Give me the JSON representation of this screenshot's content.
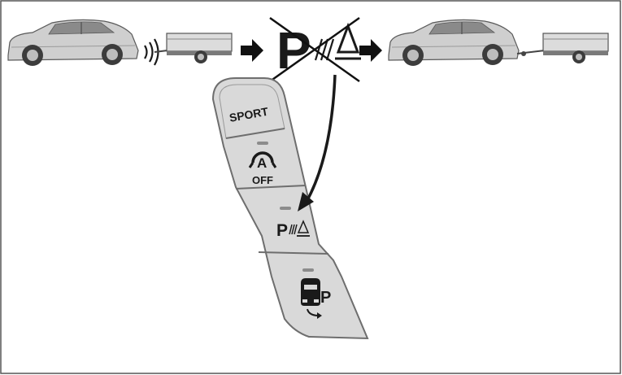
{
  "colors": {
    "panel_fill": "#d9d9d9",
    "panel_stroke": "#6e6e6e",
    "car_fill": "#c8c8c8",
    "car_dark": "#4a4a4a",
    "ink": "#1a1a1a",
    "indicator": "#8c8c8c"
  },
  "illustration": {
    "step_1": "car-towing-trailer-with-rear-sensor-beeping",
    "step_2": "parking-distance-warning-disabled",
    "step_3": "car-towing-trailer-sensor-silent",
    "arrow_icon": "right-arrow-icon",
    "disabled_icon": "parking-distance-warning-crossed-out-icon"
  },
  "panel": {
    "buttons": [
      {
        "label": "SPORT",
        "icon": "sport-mode-text"
      },
      {
        "label": "OFF",
        "icon": "auto-hold-off-icon",
        "glyph": "A"
      },
      {
        "label": "P",
        "icon": "parking-distance-warning-icon"
      },
      {
        "label": "P",
        "icon": "parking-assist-icon"
      }
    ]
  }
}
